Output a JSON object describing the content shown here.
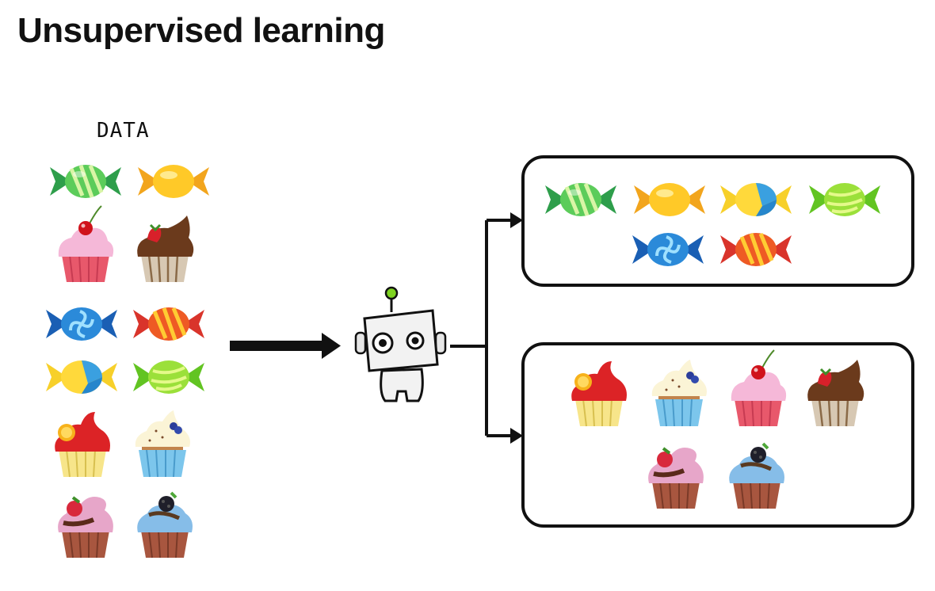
{
  "title": "Unsupervised learning",
  "data_label": "DATA",
  "colors": {
    "ink": "#111111",
    "background": "#ffffff",
    "robot_antenna": "#7ed321"
  },
  "input_items": [
    {
      "kind": "candy",
      "variant": "green-striped"
    },
    {
      "kind": "candy",
      "variant": "yellow"
    },
    {
      "kind": "cupcake",
      "variant": "pink-cherry"
    },
    {
      "kind": "cupcake",
      "variant": "chocolate-strawberry"
    },
    {
      "kind": "candy",
      "variant": "blue-swirl"
    },
    {
      "kind": "candy",
      "variant": "red-striped"
    },
    {
      "kind": "candy",
      "variant": "yellow-blue"
    },
    {
      "kind": "candy",
      "variant": "lime-striped"
    },
    {
      "kind": "cupcake",
      "variant": "red-lemon"
    },
    {
      "kind": "cupcake",
      "variant": "cream-blueberry"
    },
    {
      "kind": "cupcake",
      "variant": "pink-raspberry"
    },
    {
      "kind": "cupcake",
      "variant": "blue-blackberry"
    }
  ],
  "clusters": [
    {
      "kind": "candy",
      "items": [
        "green-striped",
        "yellow",
        "yellow-blue",
        "lime-striped",
        "blue-swirl",
        "red-striped"
      ]
    },
    {
      "kind": "cupcake",
      "items": [
        "red-lemon",
        "cream-blueberry",
        "pink-cherry",
        "chocolate-strawberry",
        "pink-raspberry",
        "blue-blackberry"
      ]
    }
  ]
}
